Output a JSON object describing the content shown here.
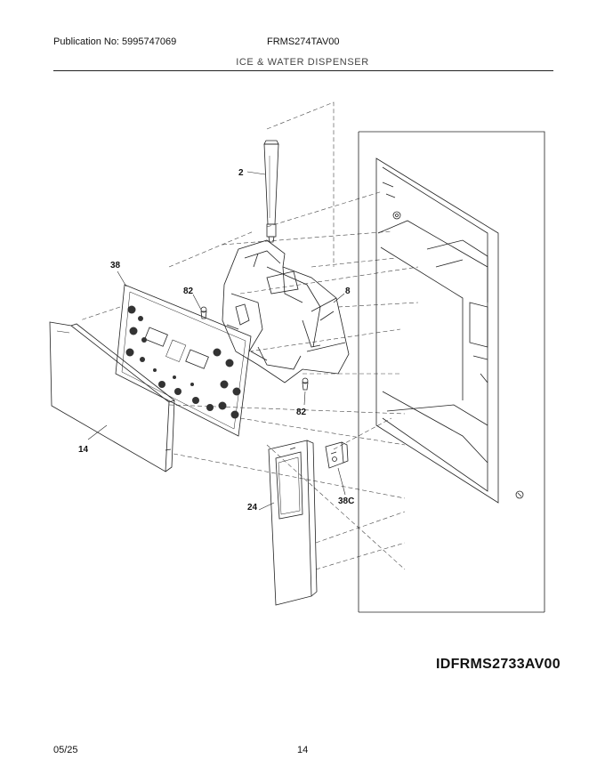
{
  "header": {
    "publication": "Publication No: 5995747069",
    "model": "FRMS274TAV00",
    "section": "ICE & WATER DISPENSER"
  },
  "callouts": {
    "c2": "2",
    "c38": "38",
    "c82a": "82",
    "c8": "8",
    "c82b": "82",
    "c14": "14",
    "c24": "24",
    "c38c": "38C"
  },
  "diagram_id": "IDFRMS2733AV00",
  "footer": {
    "date": "05/25",
    "page": "14"
  }
}
